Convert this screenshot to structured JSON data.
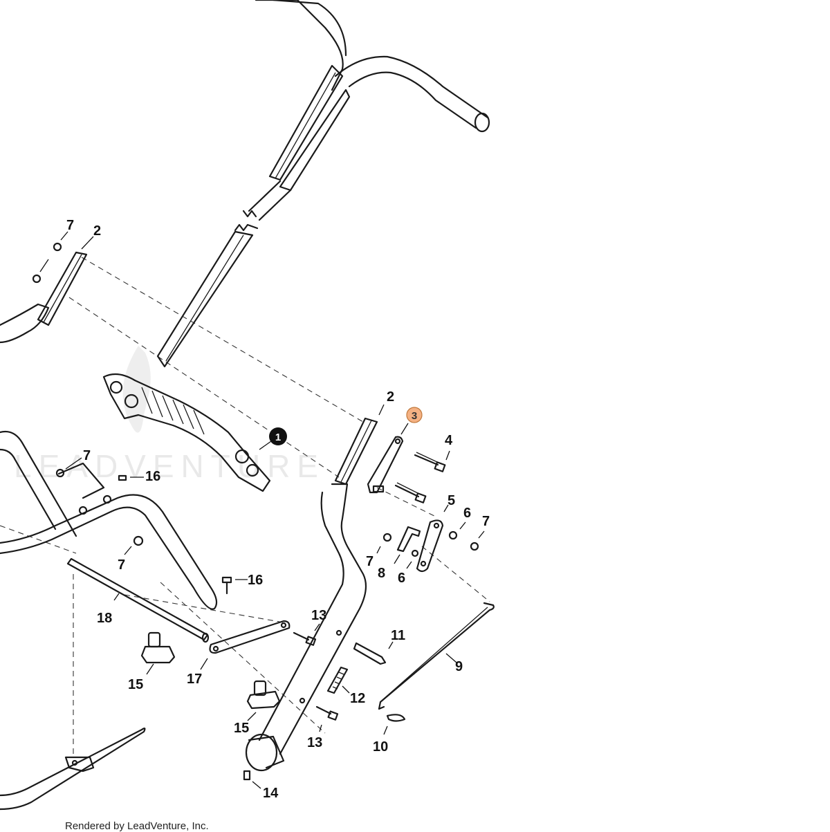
{
  "watermark": "LEADVENTURE",
  "credit": "Rendered by LeadVenture, Inc.",
  "colors": {
    "line": "#1a1a1a",
    "highlight": "#f4b183",
    "highlight_stroke": "#c0783b",
    "badge_dark": "#111111",
    "watermark": "#e9e9e9"
  },
  "callouts": [
    {
      "id": "c7a",
      "label": "7"
    },
    {
      "id": "c2a",
      "label": "2"
    },
    {
      "id": "c1",
      "label": "1"
    },
    {
      "id": "c7b",
      "label": "7"
    },
    {
      "id": "c16a",
      "label": "16"
    },
    {
      "id": "c7c",
      "label": "7"
    },
    {
      "id": "c2b",
      "label": "2"
    },
    {
      "id": "c3",
      "label": "3"
    },
    {
      "id": "c4",
      "label": "4"
    },
    {
      "id": "c5",
      "label": "5"
    },
    {
      "id": "c6a",
      "label": "6"
    },
    {
      "id": "c7d",
      "label": "7"
    },
    {
      "id": "c7e",
      "label": "7"
    },
    {
      "id": "c8",
      "label": "8"
    },
    {
      "id": "c6b",
      "label": "6"
    },
    {
      "id": "c16b",
      "label": "16"
    },
    {
      "id": "c18",
      "label": "18"
    },
    {
      "id": "c13a",
      "label": "13"
    },
    {
      "id": "c11",
      "label": "11"
    },
    {
      "id": "c9",
      "label": "9"
    },
    {
      "id": "c15a",
      "label": "15"
    },
    {
      "id": "c17",
      "label": "17"
    },
    {
      "id": "c12",
      "label": "12"
    },
    {
      "id": "c15b",
      "label": "15"
    },
    {
      "id": "c13b",
      "label": "13"
    },
    {
      "id": "c10",
      "label": "10"
    },
    {
      "id": "c14",
      "label": "14"
    }
  ]
}
